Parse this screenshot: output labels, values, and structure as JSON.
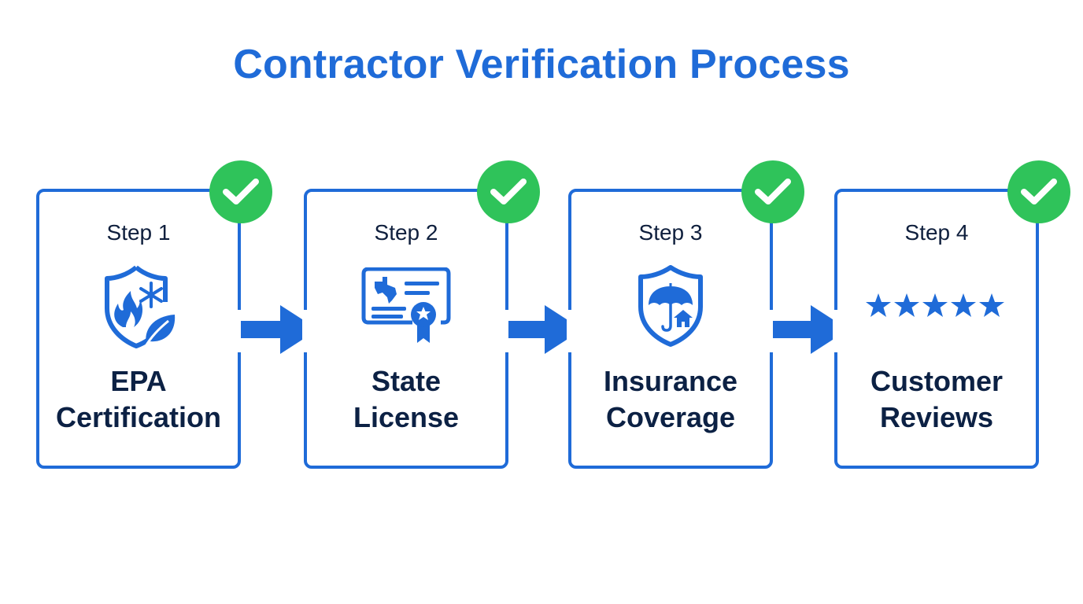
{
  "title": "Contractor Verification Process",
  "colors": {
    "primary": "#1f6bd8",
    "check": "#2fc35a",
    "text_dark": "#0c2144"
  },
  "steps": [
    {
      "label": "Step 1",
      "title_line1": "EPA",
      "title_line2": "Certification",
      "icon": "shield-fire-snowflake-leaf-icon",
      "status": "verified"
    },
    {
      "label": "Step 2",
      "title_line1": "State",
      "title_line2": "License",
      "icon": "texas-license-certificate-icon",
      "status": "verified"
    },
    {
      "label": "Step 3",
      "title_line1": "Insurance",
      "title_line2": "Coverage",
      "icon": "shield-umbrella-house-icon",
      "status": "verified"
    },
    {
      "label": "Step 4",
      "title_line1": "Customer",
      "title_line2": "Reviews",
      "icon": "five-stars-icon",
      "status": "verified"
    }
  ]
}
